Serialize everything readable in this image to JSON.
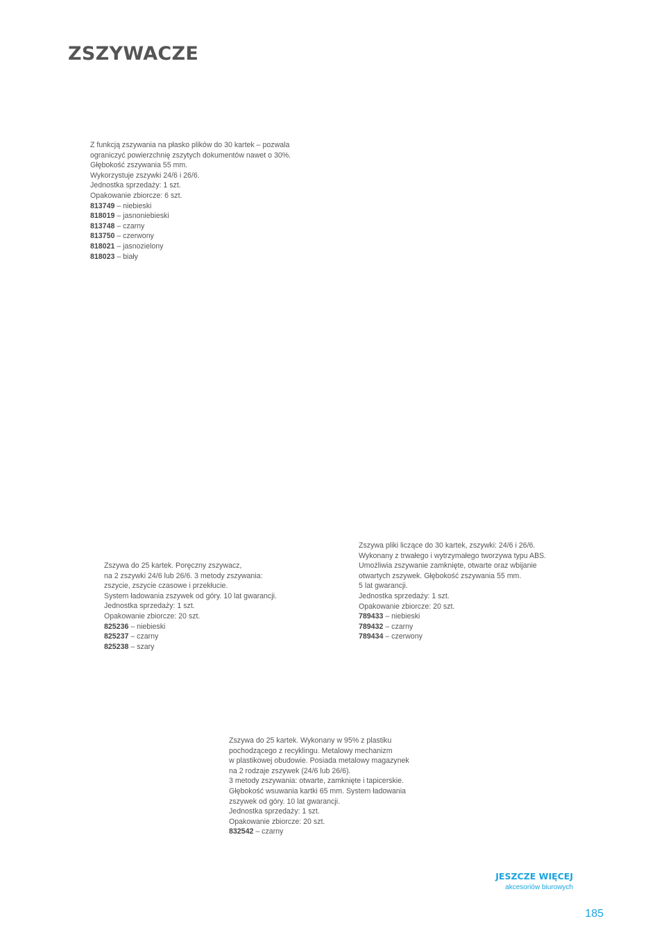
{
  "page": {
    "title": "ZSZYWACZE",
    "footer_heading": "JESZCZE WIĘCEJ",
    "footer_subheading": "akcesoriów biurowych",
    "page_number": "185",
    "accent_color": "#1aa3dd"
  },
  "products": [
    {
      "lines": [
        "Z funkcją zszywania na płasko plików do 30 kartek – pozwala",
        "ograniczyć powierzchnię zszytych dokumentów nawet o 30%.",
        "Głębokość zszywania 55 mm.",
        "Wykorzystuje zszywki 24/6 i 26/6.",
        "Jednostka sprzedaży: 1 szt.",
        "Opakowanie zbiorcze: 6 szt."
      ],
      "variants": [
        {
          "code": "813749",
          "desc": "– niebieski"
        },
        {
          "code": "818019",
          "desc": "– jasnoniebieski"
        },
        {
          "code": "813748",
          "desc": "– czarny"
        },
        {
          "code": "813750",
          "desc": "– czerwony"
        },
        {
          "code": "818021",
          "desc": "– jasnozielony"
        },
        {
          "code": "818023",
          "desc": "– biały"
        }
      ]
    },
    {
      "lines": [
        "Zszywa pliki liczące do 30 kartek, zszywki: 24/6 i 26/6.",
        "Wykonany z trwałego i wytrzymałego tworzywa typu ABS.",
        "Umożliwia zszywanie zamknięte, otwarte oraz wbijanie",
        "otwartych zszywek. Głębokość zszywania 55 mm.",
        "5 lat gwarancji.",
        "Jednostka sprzedaży: 1 szt.",
        "Opakowanie zbiorcze: 20 szt."
      ],
      "variants": [
        {
          "code": "789433",
          "desc": "– niebieski"
        },
        {
          "code": "789432",
          "desc": "– czarny"
        },
        {
          "code": "789434",
          "desc": "– czerwony"
        }
      ]
    },
    {
      "lines": [
        "Zszywa do 25 kartek. Poręczny zszywacz,",
        "na 2 zszywki 24/6 lub 26/6. 3 metody zszywania:",
        "zszycie, zszycie czasowe i przekłucie.",
        "System ładowania zszywek od góry. 10 lat gwarancji.",
        "Jednostka sprzedaży: 1 szt.",
        "Opakowanie zbiorcze: 20 szt."
      ],
      "variants": [
        {
          "code": "825236",
          "desc": "– niebieski"
        },
        {
          "code": "825237",
          "desc": "– czarny"
        },
        {
          "code": "825238",
          "desc": "– szary"
        }
      ]
    },
    {
      "lines": [
        "Zszywa do 25 kartek. Wykonany w 95% z plastiku",
        "pochodzącego z recyklingu. Metalowy mechanizm",
        "w plastikowej obudowie. Posiada metalowy magazynek",
        "na 2 rodzaje zszywek (24/6 lub 26/6).",
        "3 metody zszywania: otwarte, zamknięte i tapicerskie.",
        "Głębokość wsuwania kartki 65 mm. System ładowania",
        "zszywek od góry. 10 lat gwarancji.",
        "Jednostka sprzedaży: 1 szt.",
        "Opakowanie zbiorcze: 20 szt."
      ],
      "variants": [
        {
          "code": "832542",
          "desc": "– czarny"
        }
      ]
    }
  ]
}
